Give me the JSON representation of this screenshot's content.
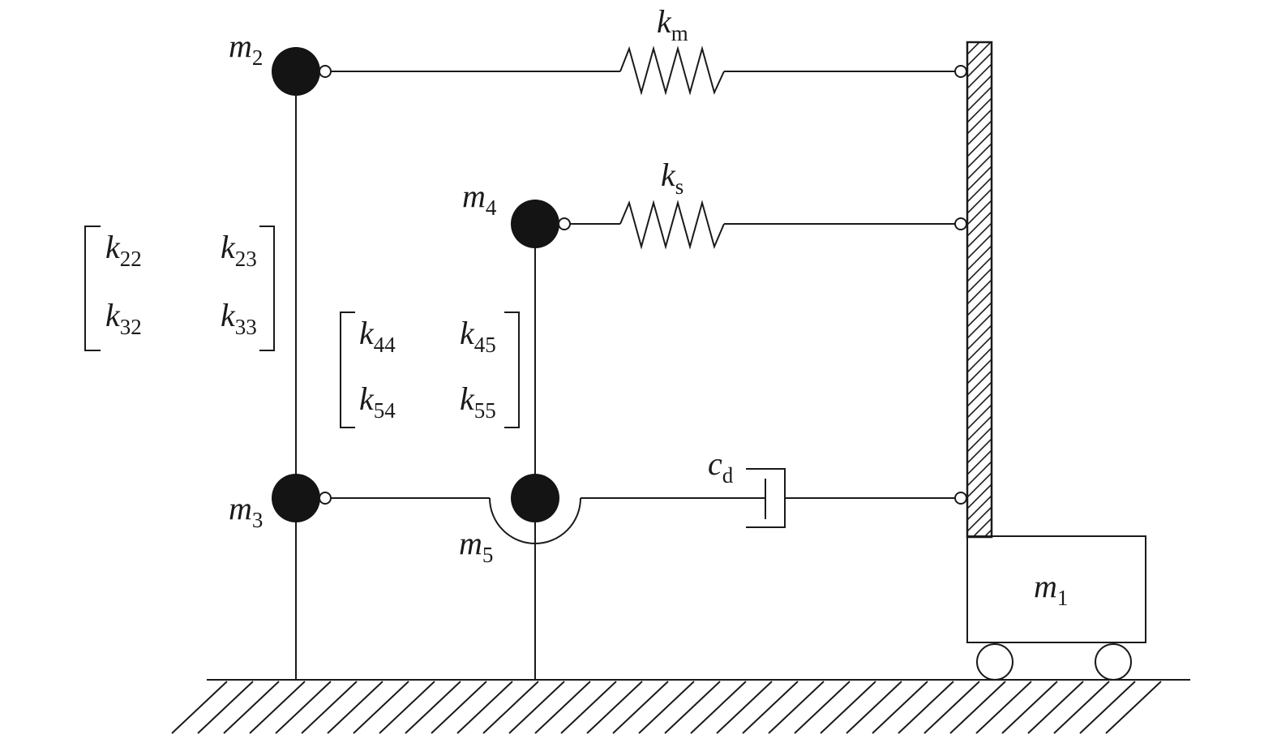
{
  "masses": {
    "m1": {
      "symbol": "m",
      "sub": "1"
    },
    "m2": {
      "symbol": "m",
      "sub": "2"
    },
    "m3": {
      "symbol": "m",
      "sub": "3"
    },
    "m4": {
      "symbol": "m",
      "sub": "4"
    },
    "m5": {
      "symbol": "m",
      "sub": "5"
    }
  },
  "springs": {
    "km": {
      "symbol": "k",
      "sub": "m"
    },
    "ks": {
      "symbol": "k",
      "sub": "s"
    }
  },
  "damper": {
    "symbol": "c",
    "sub": "d"
  },
  "matrix_a": [
    [
      {
        "symbol": "k",
        "sub": "22"
      },
      {
        "symbol": "k",
        "sub": "23"
      }
    ],
    [
      {
        "symbol": "k",
        "sub": "32"
      },
      {
        "symbol": "k",
        "sub": "33"
      }
    ]
  ],
  "matrix_b": [
    [
      {
        "symbol": "k",
        "sub": "44"
      },
      {
        "symbol": "k",
        "sub": "45"
      }
    ],
    [
      {
        "symbol": "k",
        "sub": "54"
      },
      {
        "symbol": "k",
        "sub": "55"
      }
    ]
  ],
  "colors": {
    "ink": "#1a1a1a",
    "mass_fill": "#141414"
  }
}
